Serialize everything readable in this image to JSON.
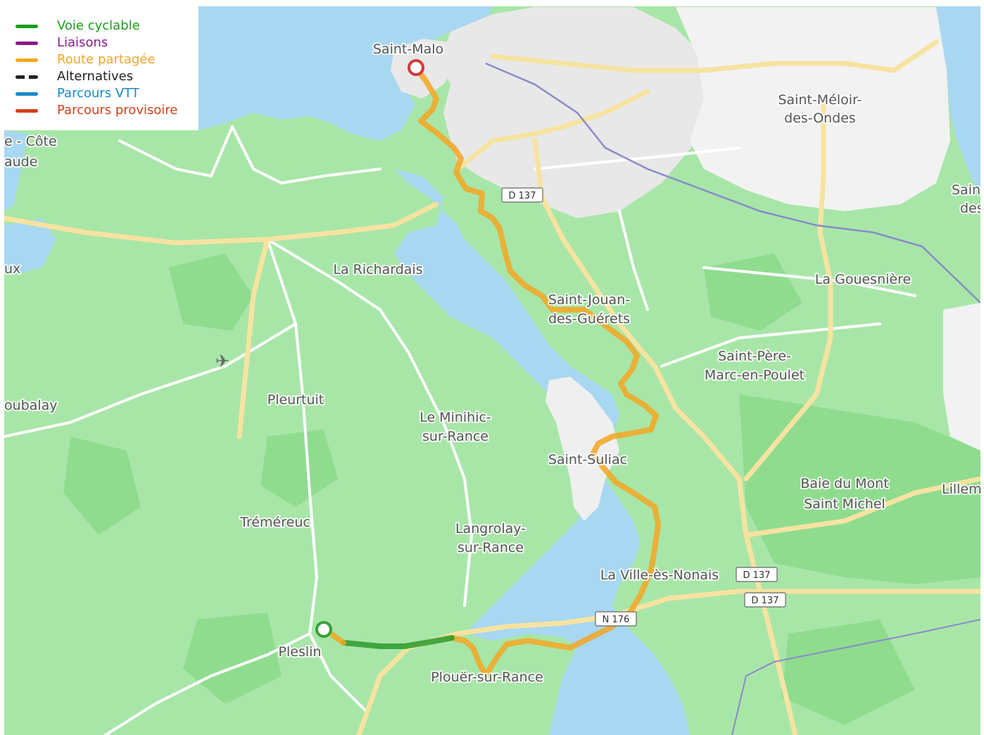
{
  "legend": {
    "items": [
      {
        "label": "Voie cyclable",
        "color": "#1a9e1a",
        "style": "solid"
      },
      {
        "label": "Liaisons",
        "color": "#8a1a8a",
        "style": "solid"
      },
      {
        "label": "Route partagée",
        "color": "#f5a623",
        "style": "solid"
      },
      {
        "label": "Alternatives",
        "color": "#222222",
        "style": "dashed"
      },
      {
        "label": "Parcours VTT",
        "color": "#1a8ac8",
        "style": "solid"
      },
      {
        "label": "Parcours provisoire",
        "color": "#d2401a",
        "style": "solid"
      }
    ]
  },
  "map": {
    "colors": {
      "water": "#a8d7f2",
      "land": "#a8e6a8",
      "forest": "#8fdc8f",
      "urban": "#ececec",
      "major_road": "#f7e3a0",
      "road": "#ffffff",
      "railway": "#8a8ac8",
      "route_shared": "#f5a623",
      "route_cycle": "#2a9a2a",
      "start_marker": "#3aa03a",
      "end_marker": "#d03a3a"
    },
    "places": {
      "saint_malo": "Saint-Malo",
      "saint_meloir_1": "Saint-Méloir-",
      "saint_meloir_2": "des-Ondes",
      "saint_edge_1": "Sain",
      "saint_edge_2": "des",
      "cote_1": "e - Côte",
      "cote_2": "aude",
      "ux": "ux",
      "la_richardais": "La Richardais",
      "la_gouesniere": "La Gouesnière",
      "saint_jouan_1": "Saint-Jouan-",
      "saint_jouan_2": "des-Guérets",
      "saint_pere_1": "Saint-Père-",
      "saint_pere_2": "Marc-en-Poulet",
      "pleurtuit": "Pleurtuit",
      "le_minihic_1": "Le Minihic-",
      "le_minihic_2": "sur-Rance",
      "oubalay": "oubalay",
      "saint_suliac": "Saint-Suliac",
      "baie_1": "Baie du Mont",
      "baie_2": "Saint Michel",
      "lillem": "Lillem",
      "tremereuc": "Tréméreuc",
      "langrolay_1": "Langrolay-",
      "langrolay_2": "sur-Rance",
      "la_ville_es_nonais": "La Ville-ès-Nonais",
      "pleslin": "Pleslin",
      "plouer": "Plouër-sur-Rance"
    },
    "road_labels": {
      "d137_a": "D 137",
      "d137_b": "D 137",
      "d137_c": "D 137",
      "n176": "N 176"
    },
    "icons": {
      "airport": "airplane-icon"
    }
  }
}
